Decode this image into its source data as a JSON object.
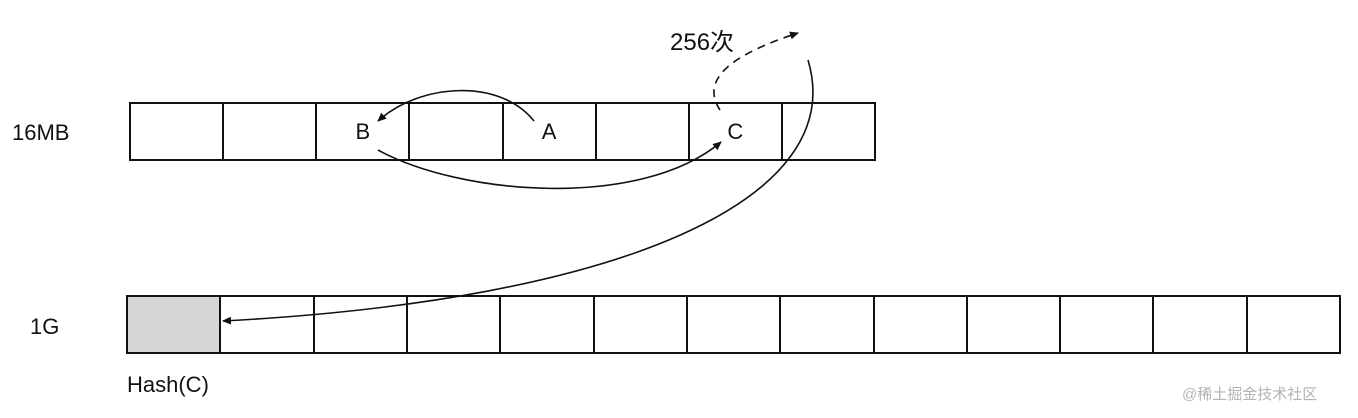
{
  "top_row": {
    "label": "16MB",
    "cells": [
      "",
      "",
      "B",
      "",
      "A",
      "",
      "C",
      ""
    ]
  },
  "bottom_row": {
    "label": "1G",
    "cells": [
      "",
      "",
      "",
      "",
      "",
      "",
      "",
      "",
      "",
      "",
      "",
      "",
      ""
    ],
    "highlighted_index": 0,
    "highlight_color": "#d6d6d6",
    "caption": "Hash(C)"
  },
  "iterations_label": "256次",
  "watermark": "@稀土掘金技术社区",
  "colors": {
    "stroke": "#111111",
    "highlight": "#d6d6d6",
    "watermark": "#b3b3b3"
  }
}
